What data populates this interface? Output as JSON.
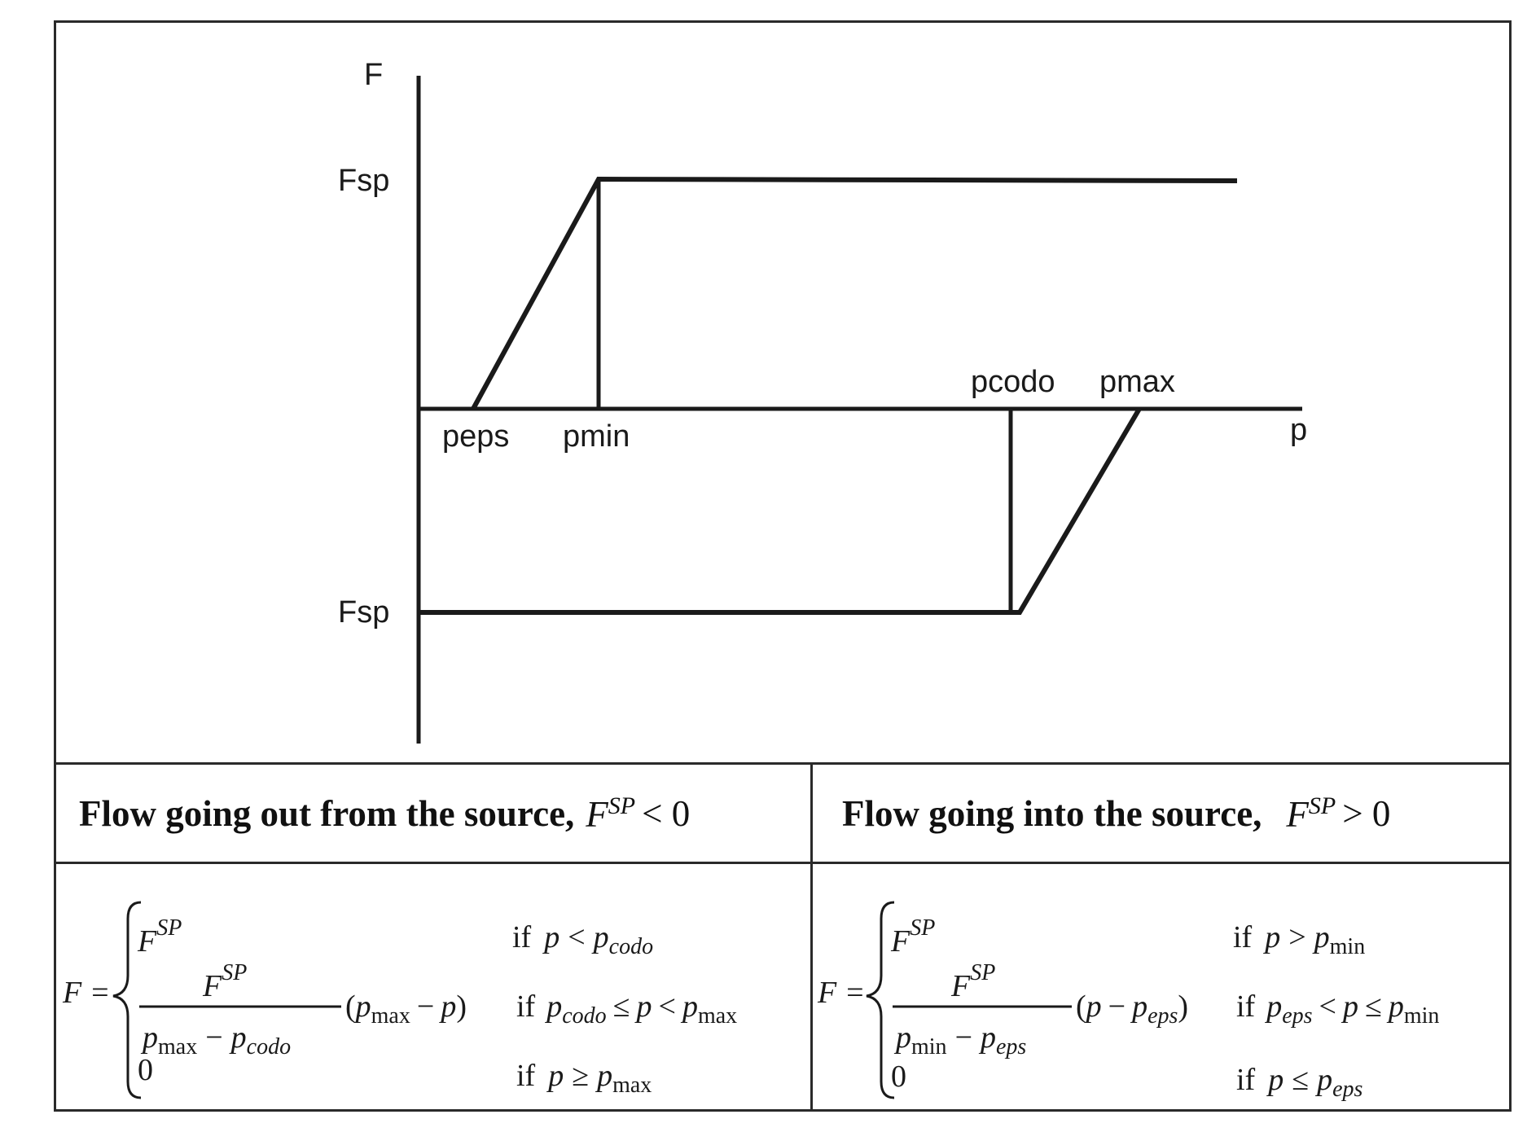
{
  "graph": {
    "y_axis_label": "F",
    "x_axis_label": "p",
    "upper_level_label": "Fsp",
    "lower_level_label": "Fsp",
    "tick_labels": {
      "peps": "peps",
      "pmin": "pmin",
      "pcodo": "pcodo",
      "pmax": "pmax"
    }
  },
  "table": {
    "left": {
      "heading_text": "Flow going out from the source,",
      "heading_symbol": "F",
      "heading_superscript": "SP",
      "heading_relation": "< 0",
      "formula": {
        "lhs": "F =",
        "case1_value": "F",
        "case1_sup": "SP",
        "case1_cond_if": "if",
        "case1_cond_p": "p",
        "case1_cond_op": "<",
        "case1_cond_bound": "p",
        "case1_cond_sub": "codo",
        "case2_num": "F",
        "case2_num_sup": "SP",
        "case2_den_a": "p",
        "case2_den_a_sub": "max",
        "case2_den_minus": "−",
        "case2_den_b": "p",
        "case2_den_b_sub": "codo",
        "case2_factor_open": "(",
        "case2_factor_a": "p",
        "case2_factor_a_sub": "max",
        "case2_factor_minus": "−",
        "case2_factor_b": "p",
        "case2_factor_close": ")",
        "case2_cond_if": "if",
        "case2_cond_a": "p",
        "case2_cond_a_sub": "codo",
        "case2_cond_op1": "≤",
        "case2_cond_p": "p",
        "case2_cond_op2": "<",
        "case2_cond_b": "p",
        "case2_cond_b_sub": "max",
        "case3_value": "0",
        "case3_cond_if": "if",
        "case3_cond_p": "p",
        "case3_cond_op": "≥",
        "case3_cond_bound": "p",
        "case3_cond_sub": "max"
      }
    },
    "right": {
      "heading_text": "Flow going into the source,",
      "heading_symbol": "F",
      "heading_superscript": "SP",
      "heading_relation": "> 0",
      "formula": {
        "lhs": "F =",
        "case1_value": "F",
        "case1_sup": "SP",
        "case1_cond_if": "if",
        "case1_cond_p": "p",
        "case1_cond_op": ">",
        "case1_cond_bound": "p",
        "case1_cond_sub": "min",
        "case2_num": "F",
        "case2_num_sup": "SP",
        "case2_den_a": "p",
        "case2_den_a_sub": "min",
        "case2_den_minus": "−",
        "case2_den_b": "p",
        "case2_den_b_sub": "eps",
        "case2_factor_open": "(",
        "case2_factor_a": "p",
        "case2_factor_minus": "−",
        "case2_factor_b": "p",
        "case2_factor_b_sub": "eps",
        "case2_factor_close": ")",
        "case2_cond_if": "if",
        "case2_cond_a": "p",
        "case2_cond_a_sub": "eps",
        "case2_cond_op1": "<",
        "case2_cond_p": "p",
        "case2_cond_op2": "≤",
        "case2_cond_b": "p",
        "case2_cond_b_sub": "min",
        "case3_value": "0",
        "case3_cond_if": "if",
        "case3_cond_p": "p",
        "case3_cond_op": "≤",
        "case3_cond_bound": "p",
        "case3_cond_sub": "eps"
      }
    }
  }
}
